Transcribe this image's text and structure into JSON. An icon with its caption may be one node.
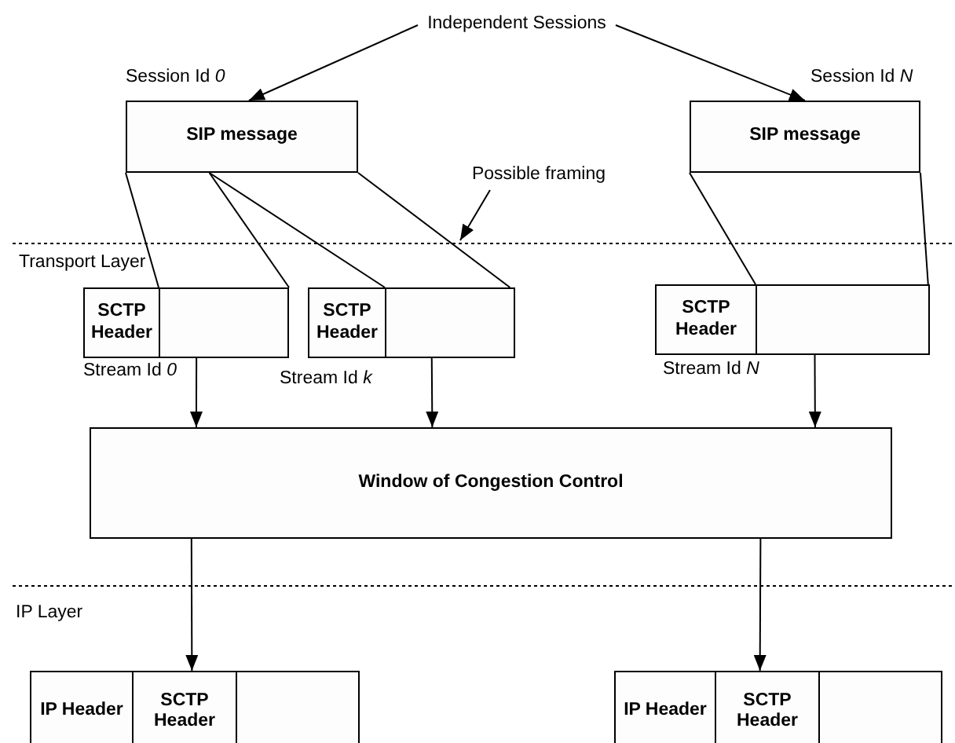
{
  "diagram": {
    "nodes": [
      {
        "text": [
          "Independent Sessions"
        ]
      },
      {
        "text": [
          "SIP message"
        ],
        "beside": [
          "Session Id *0*"
        ]
      },
      {
        "text": [
          "SIP message"
        ],
        "beside": [
          "Session Id *N*"
        ]
      },
      {
        "text": [
          "Possible framing"
        ]
      },
      {
        "text": [
          "SCTP Header"
        ],
        "beside": [
          "Stream Id *0*"
        ]
      },
      {
        "text": [],
        "shape": "box"
      },
      {
        "text": [
          "SCTP Header"
        ],
        "beside": [
          "Stream Id *k*"
        ]
      },
      {
        "text": [],
        "shape": "box"
      },
      {
        "text": [
          "SCTP Header"
        ],
        "beside": [
          "Stream Id *N*"
        ]
      },
      {
        "text": [],
        "shape": "box"
      },
      {
        "text": [
          "Window of Congestion Control"
        ]
      },
      {
        "text": [
          "IP Header"
        ]
      },
      {
        "text": [
          "SCTP Header"
        ]
      },
      {
        "text": [],
        "shape": "box"
      },
      {
        "text": [
          "IP Header"
        ]
      },
      {
        "text": [
          "SCTP Header"
        ]
      },
      {
        "text": [],
        "shape": "box"
      }
    ],
    "edges": [
      {
        "from": 0,
        "to": 1,
        "arrow": "to"
      },
      {
        "from": 0,
        "to": 2,
        "arrow": "to"
      },
      {
        "from": 1,
        "to": 5,
        "arrow": "none"
      },
      {
        "from": 1,
        "to": 5,
        "arrow": "none"
      },
      {
        "from": 1,
        "to": 7,
        "arrow": "none"
      },
      {
        "from": 1,
        "to": 7,
        "arrow": "none"
      },
      {
        "from": 2,
        "to": 9,
        "arrow": "none"
      },
      {
        "from": 2,
        "to": 9,
        "arrow": "none"
      },
      {
        "from": 3,
        "to": null,
        "arrow": "to"
      },
      {
        "from": 5,
        "to": 10,
        "arrow": "to"
      },
      {
        "from": 7,
        "to": 10,
        "arrow": "to"
      },
      {
        "from": 9,
        "to": 10,
        "arrow": "to"
      },
      {
        "from": 10,
        "to": 12,
        "arrow": "to"
      },
      {
        "from": 10,
        "to": 15,
        "arrow": "to"
      }
    ],
    "labels": [
      "Transport Layer",
      "IP Layer"
    ]
  }
}
